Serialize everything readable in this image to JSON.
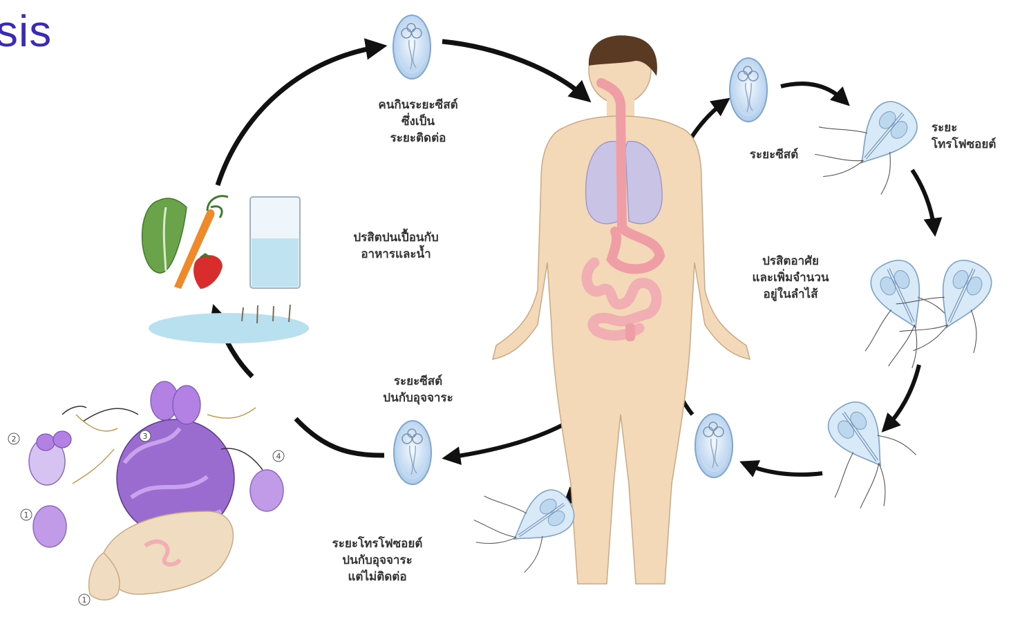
{
  "title": "sis",
  "labels": {
    "ingest": "คนกินระยะซีสต์\nซึ่งเป็น\nระยะติดต่อ",
    "contaminate": "ปรสิตปนเปื้อนกับ\nอาหารและน้ำ",
    "cyst": "ระยะซีสต์",
    "trophozoite": "ระยะ\nโทรโฟซอยต์",
    "multiply": "ปรสิตอาศัย\nและเพิ่มจำนวน\nอยู่ในลำไส้",
    "cyst_feces": "ระยะซีสต์\nปนกับอุจจาระ",
    "troph_feces": "ระยะโทรโฟซอยต์\nปนกับอุจจาระ\nแต่ไม่ติดต่อ"
  },
  "inset_numbers": [
    "1",
    "2",
    "3",
    "4",
    "1"
  ],
  "colors": {
    "title": "#3a2bb5",
    "arrow": "#111111",
    "cyst_fill": "#cfe3f5",
    "skin": "#f3d9b8",
    "lung": "#c9c3e6",
    "gut": "#f1aeb3",
    "purple": "#a66ad6"
  }
}
